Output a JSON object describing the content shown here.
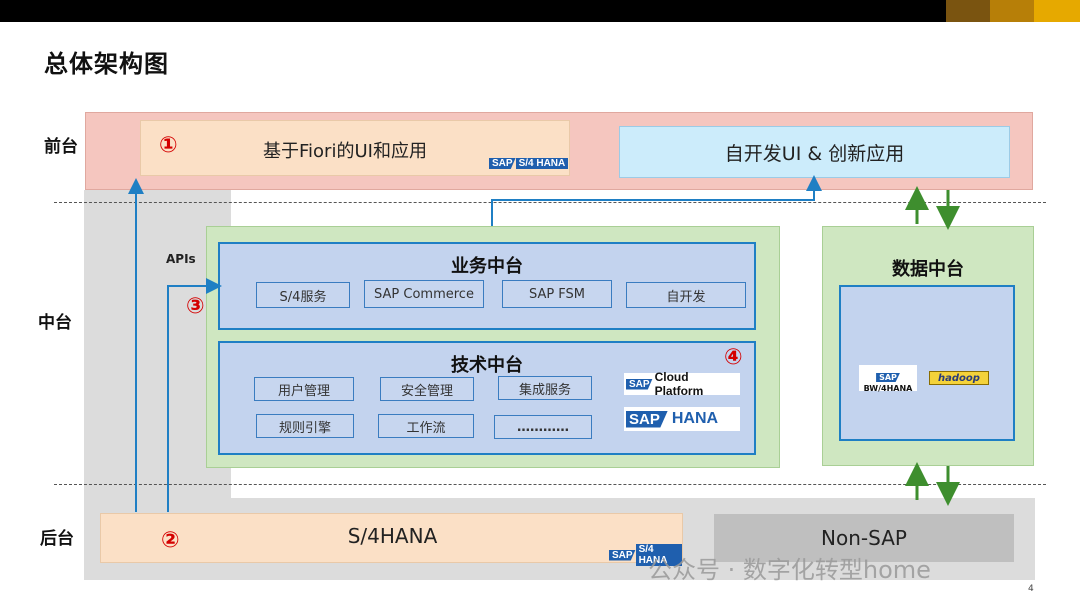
{
  "page": {
    "title": "总体架构图",
    "page_number": "4",
    "watermark": "公众号 · 数字化转型home"
  },
  "rows": {
    "front": "前台",
    "middle": "中台",
    "back": "后台"
  },
  "markers": {
    "m1": "①",
    "m2": "②",
    "m3": "③",
    "m4": "④"
  },
  "front": {
    "fiori_box": "基于Fiori的UI和应用",
    "custom_box": "自开发UI & 创新应用",
    "logo": {
      "badge": "SAP",
      "text": "S/4 HANA"
    }
  },
  "middle": {
    "apis_label": "APIs",
    "business": {
      "title": "业务中台",
      "items": [
        "S/4服务",
        "SAP Commerce",
        "SAP FSM",
        "自开发"
      ]
    },
    "technical": {
      "title": "技术中台",
      "items_row1": [
        "用户管理",
        "安全管理",
        "集成服务"
      ],
      "items_row2": [
        "规则引擎",
        "工作流",
        "…………"
      ],
      "cloud_logo": {
        "badge": "SAP",
        "text": "Cloud Platform"
      },
      "hana_logo": {
        "badge": "SAP",
        "text": "HANA"
      }
    },
    "data": {
      "title": "数据中台",
      "bw_logo": {
        "badge": "SAP",
        "text": "BW/4HANA"
      },
      "hadoop_logo": "hadoop"
    }
  },
  "back": {
    "s4_box": "S/4HANA",
    "s4_logo": {
      "badge": "SAP",
      "text": "S/4 HANA"
    },
    "nonsap_box": "Non-SAP"
  },
  "colors": {
    "front_bg": "#f5c6bf",
    "orange_box": "#fbe0c6",
    "lightblue_box": "#ccecfb",
    "green_panel": "#cfe7c1",
    "blue_panel": "#c3d3ee",
    "accent_blue": "#1f7fc4",
    "arrow_green": "#3e8e2e",
    "gold": "#e0a100"
  }
}
